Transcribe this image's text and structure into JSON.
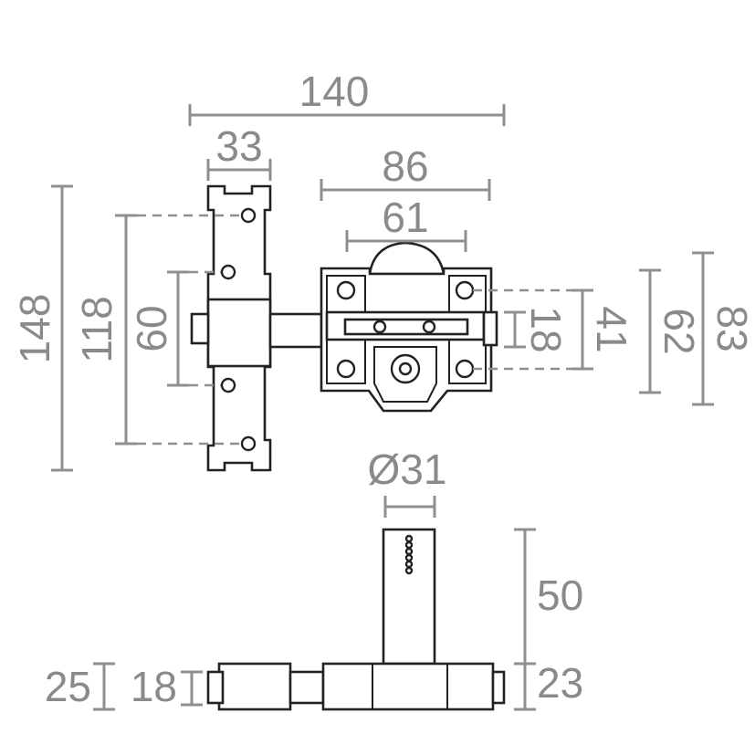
{
  "dimensions": {
    "overall_width": "140",
    "plate_width": "33",
    "housing_width": "86",
    "cover_width": "61",
    "plate_height": "148",
    "plate_hole_spacing": "118",
    "plate_inner_spacing": "60",
    "housing_height": "83",
    "housing_hole_spacing": "62",
    "housing_inner_spacing": "41",
    "bolt_height": "18",
    "knob_diameter": "Ø31",
    "knob_height": "50",
    "base_height": "23",
    "side_total_height": "25",
    "side_bolt_height": "18"
  },
  "colors": {
    "dimension": "#8a8a8a",
    "outline": "#222222",
    "background": "#ffffff"
  }
}
